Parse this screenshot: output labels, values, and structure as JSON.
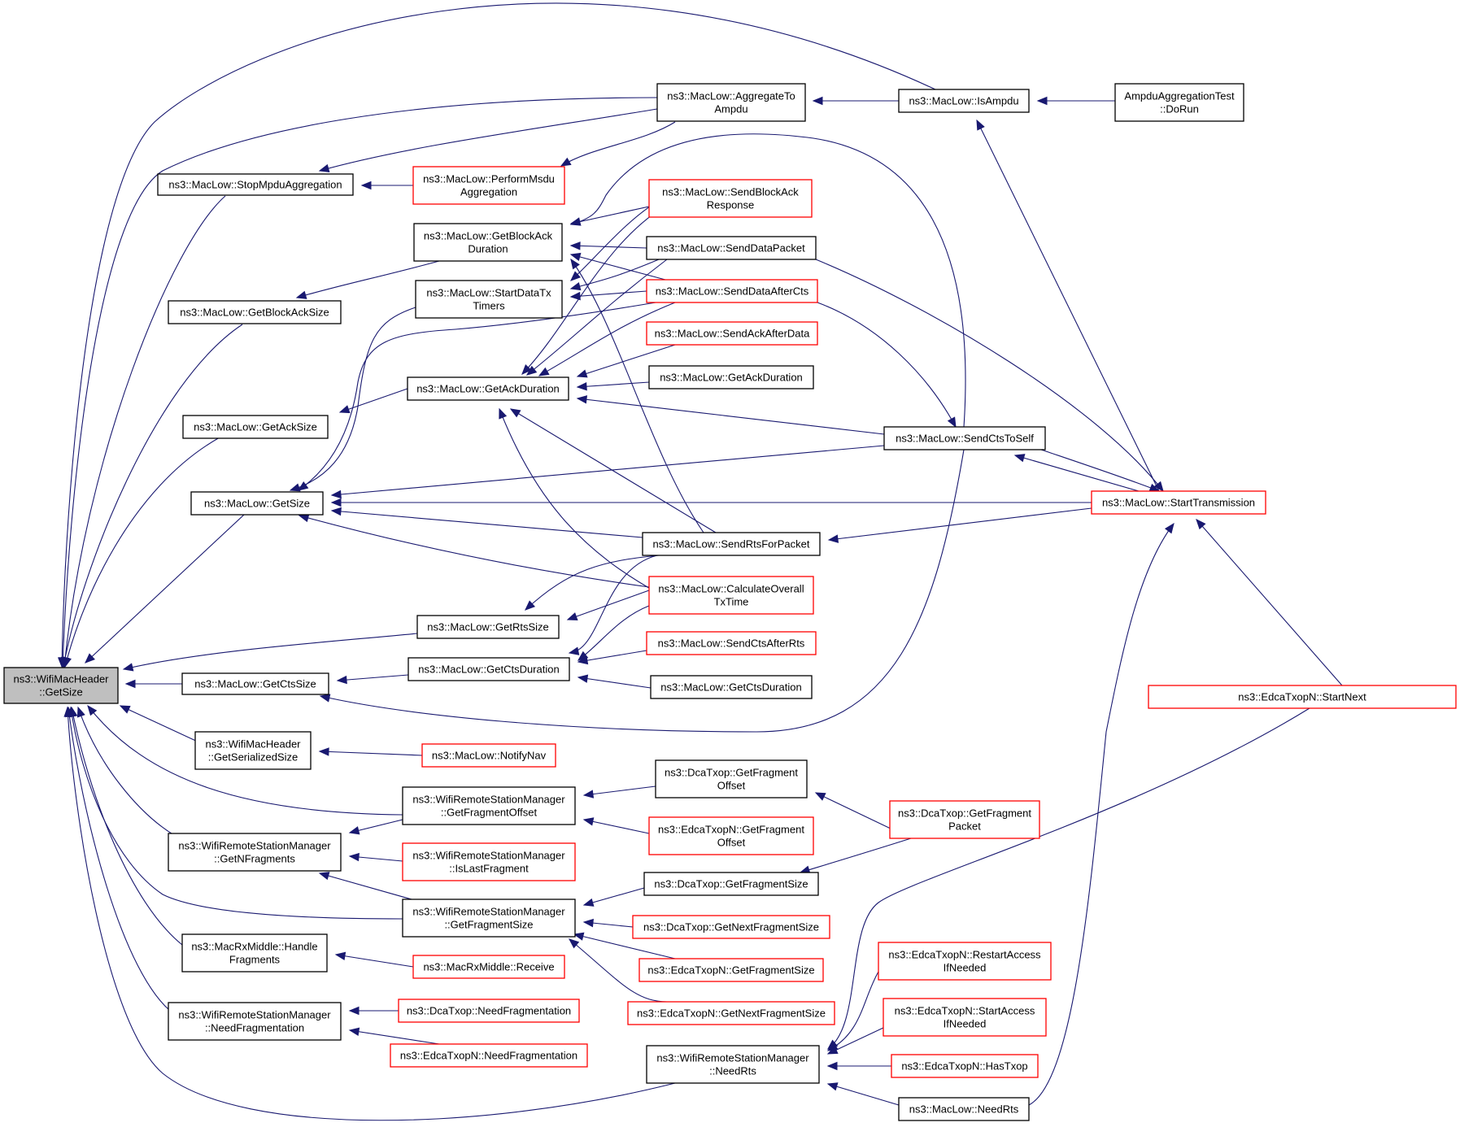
{
  "colors": {
    "edge": "#191970",
    "focus_fill": "#bfbfbf",
    "focus_border": "#000000",
    "node_fill": "#ffffff",
    "border_documented": "#000000",
    "border_undocumented": "#ff0000",
    "background": "#ffffff"
  },
  "nodes": [
    {
      "id": "wmh_getsize",
      "name": "wifimacheader-getsize-node",
      "lines": [
        "ns3::WifiMacHeader",
        "::GetSize"
      ],
      "style": "focus"
    },
    {
      "id": "stopmpdu",
      "name": "maclow-stopmpduaggregation-node",
      "lines": [
        "ns3::MacLow::StopMpduAggregation"
      ],
      "style": "black"
    },
    {
      "id": "getblockacksize",
      "name": "maclow-getblockacksize-node",
      "lines": [
        "ns3::MacLow::GetBlockAckSize"
      ],
      "style": "black"
    },
    {
      "id": "getacksize",
      "name": "maclow-getacksize-node",
      "lines": [
        "ns3::MacLow::GetAckSize"
      ],
      "style": "black"
    },
    {
      "id": "getsize",
      "name": "maclow-getsize-node",
      "lines": [
        "ns3::MacLow::GetSize"
      ],
      "style": "black"
    },
    {
      "id": "getctssize",
      "name": "maclow-getctssize-node",
      "lines": [
        "ns3::MacLow::GetCtsSize"
      ],
      "style": "black"
    },
    {
      "id": "getserialized",
      "name": "wifimacheader-getserializedsize-node",
      "lines": [
        "ns3::WifiMacHeader",
        "::GetSerializedSize"
      ],
      "style": "black"
    },
    {
      "id": "getnfrag",
      "name": "wrsm-getnfragments-node",
      "lines": [
        "ns3::WifiRemoteStationManager",
        "::GetNFragments"
      ],
      "style": "black"
    },
    {
      "id": "handlefrag",
      "name": "macrxmiddle-handlefragments-node",
      "lines": [
        "ns3::MacRxMiddle::Handle",
        "Fragments"
      ],
      "style": "black"
    },
    {
      "id": "needfrag",
      "name": "wrsm-needfragmentation-node",
      "lines": [
        "ns3::WifiRemoteStationManager",
        "::NeedFragmentation"
      ],
      "style": "black"
    },
    {
      "id": "performmsdu",
      "name": "maclow-performmsduaggregation-node",
      "lines": [
        "ns3::MacLow::PerformMsdu",
        "Aggregation"
      ],
      "style": "red"
    },
    {
      "id": "getblockackdur",
      "name": "maclow-getblockackduration-node",
      "lines": [
        "ns3::MacLow::GetBlockAck",
        "Duration"
      ],
      "style": "black"
    },
    {
      "id": "startdatatx",
      "name": "maclow-startdatatxtimers-node",
      "lines": [
        "ns3::MacLow::StartDataTx",
        "Timers"
      ],
      "style": "black"
    },
    {
      "id": "getackdur",
      "name": "maclow-getackduration-node",
      "lines": [
        "ns3::MacLow::GetAckDuration"
      ],
      "style": "black"
    },
    {
      "id": "getrtssize",
      "name": "maclow-getrtssize-node",
      "lines": [
        "ns3::MacLow::GetRtsSize"
      ],
      "style": "black"
    },
    {
      "id": "getctsdur",
      "name": "maclow-getctsduration-node",
      "lines": [
        "ns3::MacLow::GetCtsDuration"
      ],
      "style": "black"
    },
    {
      "id": "notifynav",
      "name": "maclow-notifynav-node",
      "lines": [
        "ns3::MacLow::NotifyNav"
      ],
      "style": "red"
    },
    {
      "id": "getfragoffset",
      "name": "wrsm-getfragmentoffset-node",
      "lines": [
        "ns3::WifiRemoteStationManager",
        "::GetFragmentOffset"
      ],
      "style": "black"
    },
    {
      "id": "islastfrag",
      "name": "wrsm-islastfragment-node",
      "lines": [
        "ns3::WifiRemoteStationManager",
        "::IsLastFragment"
      ],
      "style": "red"
    },
    {
      "id": "getfragsize",
      "name": "wrsm-getfragmentsize-node",
      "lines": [
        "ns3::WifiRemoteStationManager",
        "::GetFragmentSize"
      ],
      "style": "black"
    },
    {
      "id": "mrx_receive",
      "name": "macrxmiddle-receive-node",
      "lines": [
        "ns3::MacRxMiddle::Receive"
      ],
      "style": "red"
    },
    {
      "id": "dca_needfrag",
      "name": "dcatxop-needfragmentation-node",
      "lines": [
        "ns3::DcaTxop::NeedFragmentation"
      ],
      "style": "red"
    },
    {
      "id": "edca_needfrag",
      "name": "edcatxopn-needfragmentation-node",
      "lines": [
        "ns3::EdcaTxopN::NeedFragmentation"
      ],
      "style": "red"
    },
    {
      "id": "aggregatetoampdu",
      "name": "maclow-aggregatetoampdu-node",
      "lines": [
        "ns3::MacLow::AggregateTo",
        "Ampdu"
      ],
      "style": "black"
    },
    {
      "id": "sendblockackresp",
      "name": "maclow-sendblockackresponse-node",
      "lines": [
        "ns3::MacLow::SendBlockAck",
        "Response"
      ],
      "style": "red"
    },
    {
      "id": "senddatapacket",
      "name": "maclow-senddatapacket-node",
      "lines": [
        "ns3::MacLow::SendDataPacket"
      ],
      "style": "black"
    },
    {
      "id": "senddataaftercts",
      "name": "maclow-senddataaftercts-node",
      "lines": [
        "ns3::MacLow::SendDataAfterCts"
      ],
      "style": "red"
    },
    {
      "id": "sendackafterdata",
      "name": "maclow-sendackafterdata-node",
      "lines": [
        "ns3::MacLow::SendAckAfterData"
      ],
      "style": "red"
    },
    {
      "id": "getackdur2",
      "name": "maclow-getackduration-overload-node",
      "lines": [
        "ns3::MacLow::GetAckDuration"
      ],
      "style": "black"
    },
    {
      "id": "sendrtsforpacket",
      "name": "maclow-sendrtsforpacket-node",
      "lines": [
        "ns3::MacLow::SendRtsForPacket"
      ],
      "style": "black"
    },
    {
      "id": "calcoveralltx",
      "name": "maclow-calculateoveralltxtime-node",
      "lines": [
        "ns3::MacLow::CalculateOverall",
        "TxTime"
      ],
      "style": "red"
    },
    {
      "id": "sendctsafterrts",
      "name": "maclow-sendctsafterrts-node",
      "lines": [
        "ns3::MacLow::SendCtsAfterRts"
      ],
      "style": "red"
    },
    {
      "id": "getctsdur2",
      "name": "maclow-getctsduration-overload-node",
      "lines": [
        "ns3::MacLow::GetCtsDuration"
      ],
      "style": "black"
    },
    {
      "id": "dca_getfragoffset",
      "name": "dcatxop-getfragmentoffset-node",
      "lines": [
        "ns3::DcaTxop::GetFragment",
        "Offset"
      ],
      "style": "black"
    },
    {
      "id": "edca_getfragoffset",
      "name": "edcatxopn-getfragmentoffset-node",
      "lines": [
        "ns3::EdcaTxopN::GetFragment",
        "Offset"
      ],
      "style": "red"
    },
    {
      "id": "dca_getfragsize",
      "name": "dcatxop-getfragmentsize-node",
      "lines": [
        "ns3::DcaTxop::GetFragmentSize"
      ],
      "style": "black"
    },
    {
      "id": "dca_getnextfragsize",
      "name": "dcatxop-getnextfragmentsize-node",
      "lines": [
        "ns3::DcaTxop::GetNextFragmentSize"
      ],
      "style": "red"
    },
    {
      "id": "edca_getfragsize",
      "name": "edcatxopn-getfragmentsize-node",
      "lines": [
        "ns3::EdcaTxopN::GetFragmentSize"
      ],
      "style": "red"
    },
    {
      "id": "edca_getnextfragsize",
      "name": "edcatxopn-getnextfragmentsize-node",
      "lines": [
        "ns3::EdcaTxopN::GetNextFragmentSize"
      ],
      "style": "red"
    },
    {
      "id": "needrts",
      "name": "wrsm-needrts-node",
      "lines": [
        "ns3::WifiRemoteStationManager",
        "::NeedRts"
      ],
      "style": "black"
    },
    {
      "id": "isampdu",
      "name": "maclow-isampdu-node",
      "lines": [
        "ns3::MacLow::IsAmpdu"
      ],
      "style": "black"
    },
    {
      "id": "ampdutest_dorun",
      "name": "ampduaggregationtest-dorun-node",
      "lines": [
        "AmpduAggregationTest",
        "::DoRun"
      ],
      "style": "black"
    },
    {
      "id": "sendctstoself",
      "name": "maclow-sendctstoself-node",
      "lines": [
        "ns3::MacLow::SendCtsToSelf"
      ],
      "style": "black"
    },
    {
      "id": "starttransmission",
      "name": "maclow-starttransmission-node",
      "lines": [
        "ns3::MacLow::StartTransmission"
      ],
      "style": "red"
    },
    {
      "id": "dca_getfragpacket",
      "name": "dcatxop-getfragmentpacket-node",
      "lines": [
        "ns3::DcaTxop::GetFragment",
        "Packet"
      ],
      "style": "red"
    },
    {
      "id": "edca_restartaccess",
      "name": "edcatxopn-restartaccessifneeded-node",
      "lines": [
        "ns3::EdcaTxopN::RestartAccess",
        "IfNeeded"
      ],
      "style": "red"
    },
    {
      "id": "edca_startaccess",
      "name": "edcatxopn-startaccessifneeded-node",
      "lines": [
        "ns3::EdcaTxopN::StartAccess",
        "IfNeeded"
      ],
      "style": "red"
    },
    {
      "id": "edca_hastxop",
      "name": "edcatxopn-hastxop-node",
      "lines": [
        "ns3::EdcaTxopN::HasTxop"
      ],
      "style": "red"
    },
    {
      "id": "maclow_needrts",
      "name": "maclow-needrts-node",
      "lines": [
        "ns3::MacLow::NeedRts"
      ],
      "style": "black"
    },
    {
      "id": "edca_startnext",
      "name": "edcatxopn-startnext-node",
      "lines": [
        "ns3::EdcaTxopN::StartNext"
      ],
      "style": "red"
    }
  ],
  "edges": [
    [
      "stopmpdu",
      "wmh_getsize"
    ],
    [
      "getblockacksize",
      "wmh_getsize"
    ],
    [
      "getacksize",
      "wmh_getsize"
    ],
    [
      "getsize",
      "wmh_getsize"
    ],
    [
      "getctssize",
      "wmh_getsize"
    ],
    [
      "getserialized",
      "wmh_getsize"
    ],
    [
      "getnfrag",
      "wmh_getsize"
    ],
    [
      "handlefrag",
      "wmh_getsize"
    ],
    [
      "needfrag",
      "wmh_getsize"
    ],
    [
      "isampdu",
      "wmh_getsize"
    ],
    [
      "aggregatetoampdu",
      "wmh_getsize"
    ],
    [
      "getrtssize",
      "wmh_getsize"
    ],
    [
      "getfragoffset",
      "wmh_getsize"
    ],
    [
      "getfragsize",
      "wmh_getsize"
    ],
    [
      "needrts",
      "wmh_getsize"
    ],
    [
      "performmsdu",
      "stopmpdu"
    ],
    [
      "aggregatetoampdu",
      "stopmpdu"
    ],
    [
      "getblockackdur",
      "getblockacksize"
    ],
    [
      "getackdur",
      "getacksize"
    ],
    [
      "isampdu",
      "aggregatetoampdu"
    ],
    [
      "ampdutest_dorun",
      "isampdu"
    ],
    [
      "starttransmission",
      "isampdu"
    ],
    [
      "aggregatetoampdu",
      "performmsdu"
    ],
    [
      "sendblockackresp",
      "getblockackdur"
    ],
    [
      "senddatapacket",
      "getblockackdur"
    ],
    [
      "senddataaftercts",
      "getblockackdur"
    ],
    [
      "sendrtsforpacket",
      "getblockackdur"
    ],
    [
      "sendctstoself",
      "getblockackdur"
    ],
    [
      "senddatapacket",
      "startdatatx"
    ],
    [
      "senddataaftercts",
      "startdatatx"
    ],
    [
      "sendblockackresp",
      "startdatatx"
    ],
    [
      "sendblockackresp",
      "getackdur"
    ],
    [
      "senddatapacket",
      "getackdur"
    ],
    [
      "senddataaftercts",
      "getackdur"
    ],
    [
      "sendackafterdata",
      "getackdur"
    ],
    [
      "getackdur2",
      "getackdur"
    ],
    [
      "sendctstoself",
      "getackdur"
    ],
    [
      "sendrtsforpacket",
      "getackdur"
    ],
    [
      "calcoveralltx",
      "getackdur"
    ],
    [
      "startdatatx",
      "getsize"
    ],
    [
      "senddataaftercts",
      "getsize"
    ],
    [
      "sendctstoself",
      "getsize"
    ],
    [
      "starttransmission",
      "getsize"
    ],
    [
      "sendrtsforpacket",
      "getsize"
    ],
    [
      "calcoveralltx",
      "getsize"
    ],
    [
      "sendrtsforpacket",
      "getrtssize"
    ],
    [
      "calcoveralltx",
      "getrtssize"
    ],
    [
      "getctsdur",
      "getctssize"
    ],
    [
      "sendctstoself",
      "getctssize"
    ],
    [
      "sendrtsforpacket",
      "getctsdur"
    ],
    [
      "calcoveralltx",
      "getctsdur"
    ],
    [
      "sendctsafterrts",
      "getctsdur"
    ],
    [
      "getctsdur2",
      "getctsdur"
    ],
    [
      "notifynav",
      "getserialized"
    ],
    [
      "getfragoffset",
      "getnfrag"
    ],
    [
      "islastfrag",
      "getnfrag"
    ],
    [
      "getfragsize",
      "getnfrag"
    ],
    [
      "dca_getfragoffset",
      "getfragoffset"
    ],
    [
      "edca_getfragoffset",
      "getfragoffset"
    ],
    [
      "dca_getfragsize",
      "getfragsize"
    ],
    [
      "dca_getnextfragsize",
      "getfragsize"
    ],
    [
      "edca_getfragsize",
      "getfragsize"
    ],
    [
      "edca_getnextfragsize",
      "getfragsize"
    ],
    [
      "mrx_receive",
      "handlefrag"
    ],
    [
      "dca_needfrag",
      "needfrag"
    ],
    [
      "edca_needfrag",
      "needfrag"
    ],
    [
      "dca_getfragpacket",
      "dca_getfragoffset"
    ],
    [
      "dca_getfragpacket",
      "dca_getfragsize"
    ],
    [
      "senddatapacket",
      "starttransmission"
    ],
    [
      "sendctstoself",
      "starttransmission"
    ],
    [
      "senddataaftercts",
      "sendctstoself"
    ],
    [
      "starttransmission",
      "sendctstoself"
    ],
    [
      "starttransmission",
      "sendrtsforpacket"
    ],
    [
      "edca_startnext",
      "starttransmission"
    ],
    [
      "maclow_needrts",
      "starttransmission"
    ],
    [
      "edca_startnext",
      "needrts"
    ],
    [
      "edca_restartaccess",
      "needrts"
    ],
    [
      "edca_startaccess",
      "needrts"
    ],
    [
      "edca_hastxop",
      "needrts"
    ],
    [
      "maclow_needrts",
      "needrts"
    ]
  ]
}
